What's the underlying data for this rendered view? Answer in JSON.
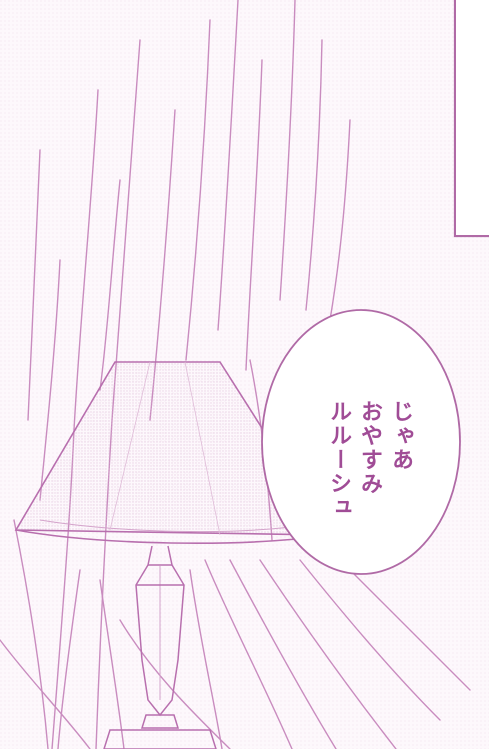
{
  "dialogue": {
    "lines": [
      "じゃあ",
      "おやすみ",
      "ルルーシュ"
    ]
  },
  "colors": {
    "ink": "#c07ab6",
    "ink_dark": "#a04c96",
    "paper": "#fdf8fc",
    "tone": "#f2e6f0"
  }
}
